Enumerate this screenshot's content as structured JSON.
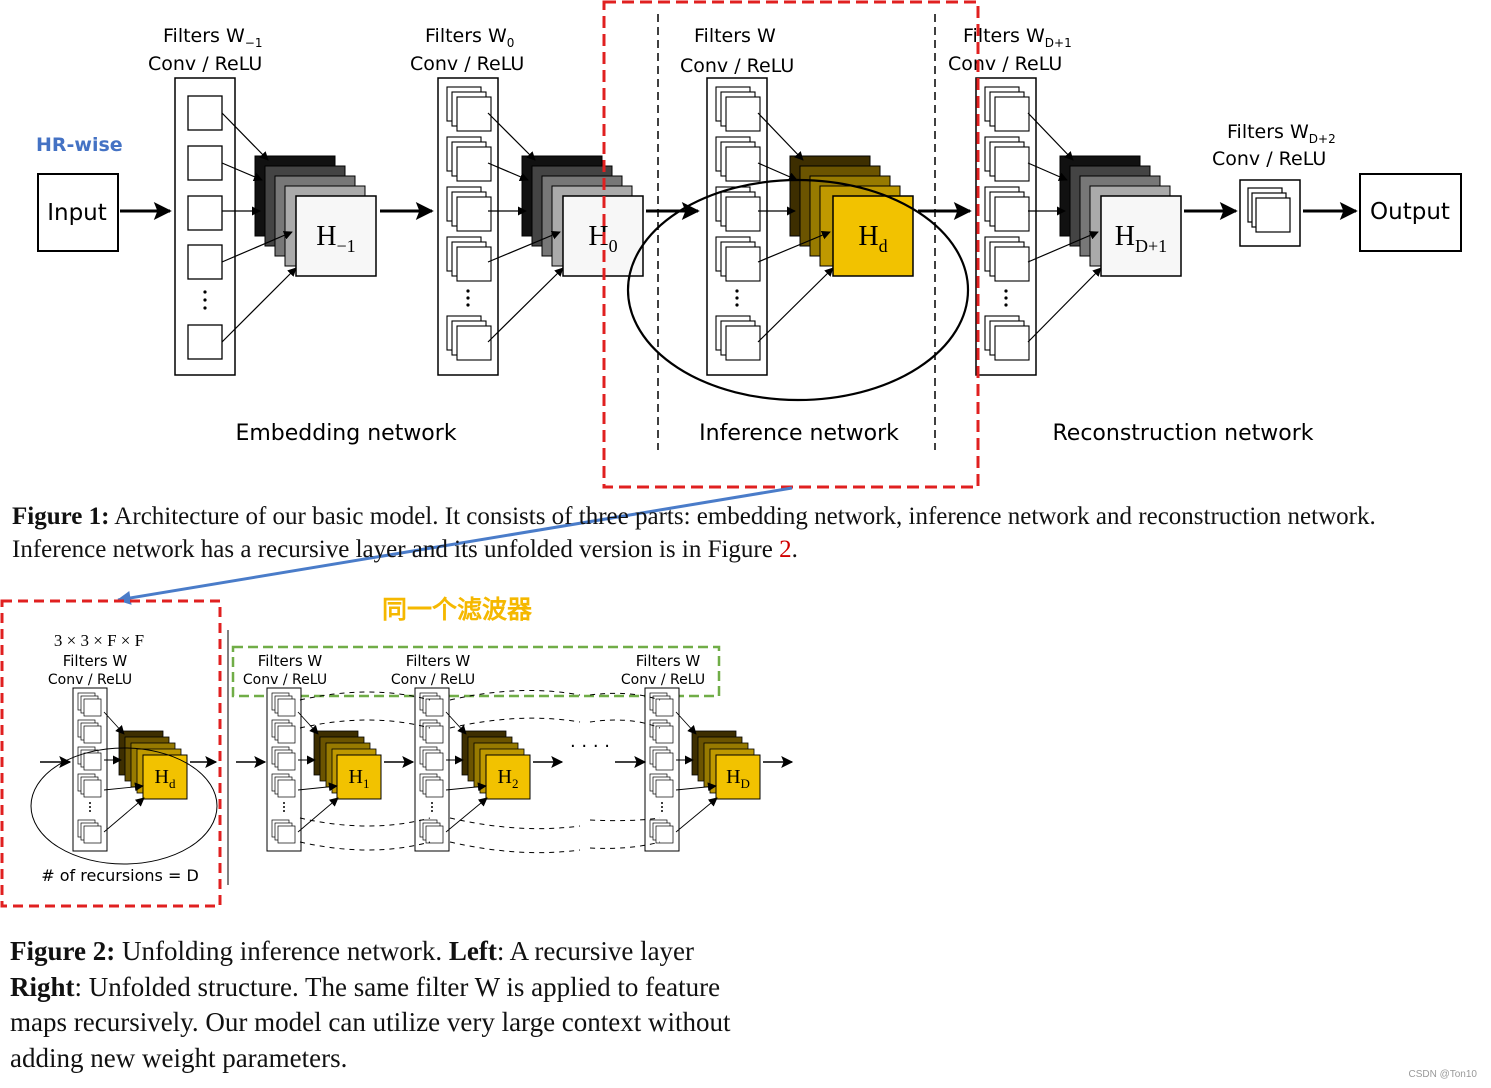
{
  "figure1": {
    "annotation_hr_wise": "HR-wise",
    "input_label": "Input",
    "output_label": "Output",
    "filters": [
      {
        "label": "Filters W",
        "sub": "−1",
        "conv": "Conv / ReLU"
      },
      {
        "label": "Filters W",
        "sub": "0",
        "conv": "Conv / ReLU"
      },
      {
        "label": "Filters W",
        "sub": "",
        "conv": "Conv / ReLU"
      },
      {
        "label": "Filters W",
        "sub": "D+1",
        "conv": "Conv / ReLU"
      },
      {
        "label": "Filters W",
        "sub": "D+2",
        "conv": "Conv / ReLU"
      }
    ],
    "feature_maps": [
      {
        "base": "H",
        "sub": "−1"
      },
      {
        "base": "H",
        "sub": "0"
      },
      {
        "base": "H",
        "sub": "d"
      },
      {
        "base": "H",
        "sub": "D+1"
      }
    ],
    "sections": [
      "Embedding network",
      "Inference network",
      "Reconstruction network"
    ],
    "caption": {
      "label": "Figure 1:",
      "line1": " Architecture of our basic model. It consists of three parts: embedding network, inference network and reconstruction network.",
      "line2_pre": "Inference network has a recursive layer and its unfolded version is in Figure ",
      "line2_ref": "2",
      "line2_post": "."
    }
  },
  "figure2": {
    "annotation_same_filter": "同一个滤波器",
    "left": {
      "dims": "3 × 3 × F × F",
      "filters_label": "Filters W",
      "conv": "Conv / ReLU",
      "map_base": "H",
      "map_sub": "d",
      "recursions": "# of recursions = D"
    },
    "right": {
      "filters": [
        {
          "label": "Filters W",
          "conv": "Conv / ReLU"
        },
        {
          "label": "Filters W",
          "conv": "Conv / ReLU"
        },
        {
          "label": "Filters W",
          "conv": "Conv / ReLU"
        }
      ],
      "maps": [
        {
          "base": "H",
          "sub": "1"
        },
        {
          "base": "H",
          "sub": "2"
        },
        {
          "base": "H",
          "sub": "D"
        }
      ],
      "ellipsis": "· · · ·"
    },
    "caption": {
      "label": "Figure 2:",
      "line1_text": " Unfolding inference network. ",
      "left_label": "Left",
      "line1_end": ": A recursive layer",
      "right_label": "Right",
      "line2_end": ": Unfolded structure. The same filter W is applied to feature",
      "line3": "maps recursively. Our model can utilize very large context without",
      "line4": "adding new weight parameters."
    }
  },
  "watermark": "CSDN @Ton10",
  "colors": {
    "highlight_red": "#e02020",
    "annotation_blue": "#4472c4",
    "annotation_orange": "#f5b800",
    "dashed_green": "#70ad47",
    "gold": "#f2c200",
    "arrow_blue": "#4a7cc9"
  }
}
